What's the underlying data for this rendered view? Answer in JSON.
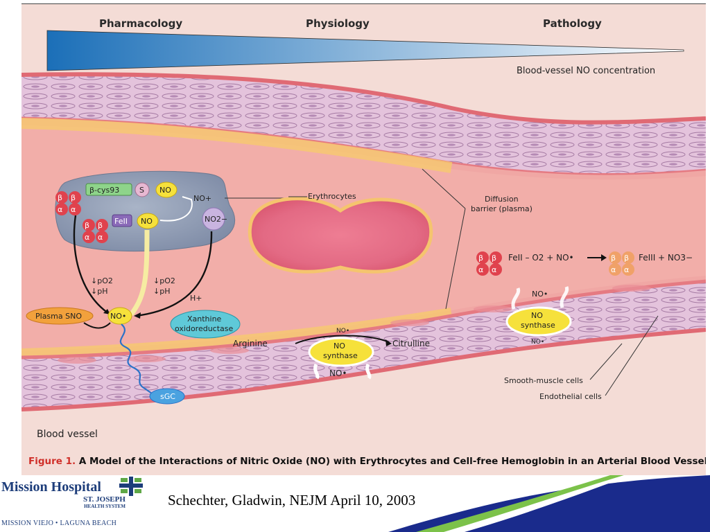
{
  "headers": {
    "pharmacology": "Pharmacology",
    "physiology": "Physiology",
    "pathology": "Pathology"
  },
  "gradient_label": "Blood-vessel NO concentration",
  "labels": {
    "erythrocytes": "Erythrocytes",
    "diffusion_barrier_1": "Diffusion",
    "diffusion_barrier_2": "barrier (plasma)",
    "smooth_muscle": "Smooth-muscle cells",
    "endothelial": "Endothelial cells",
    "blood_vessel": "Blood vessel",
    "beta_cys": "β-cys93",
    "s": "S",
    "no": "NO",
    "no_plus": "NO+",
    "fe_ii": "FeII",
    "no2_minus": "NO2−",
    "po2": "↓pO2",
    "ph": "↓pH",
    "plasma_sno": "Plasma SNO",
    "no_radical": "NO•",
    "h_plus": "H+",
    "xanthine_1": "Xanthine",
    "xanthine_2": "oxidoreductase",
    "sgc": "sGC",
    "arginine": "Arginine",
    "citrulline": "Citrulline",
    "synthase": "synthase",
    "beta": "β",
    "alpha": "α",
    "eq_fe_ii": "FeII – O2 + NO•",
    "eq_fe_iii": "FeIII + NO3−"
  },
  "caption": {
    "figure_label": "Figure 1.",
    "text": "A Model of the Interactions of Nitric Oxide (NO) with Erythrocytes and Cell-free Hemoglobin in an Arterial Blood Vessel."
  },
  "footer": {
    "logo_name": "Mission Hospital",
    "logo_sub": "ST. JOSEPH",
    "logo_sub2": "HEALTH SYSTEM",
    "logo_city": "MISSION VIEJO • LAGUNA BEACH",
    "citation": "Schechter, Gladwin, NEJM April 10, 2003"
  },
  "colors": {
    "gradient_dark": "#1b6fb8",
    "gradient_light": "#ffffff",
    "accent_red": "#d0302a",
    "footer_blue": "#1a2b8c",
    "footer_green": "#7cc24a"
  }
}
